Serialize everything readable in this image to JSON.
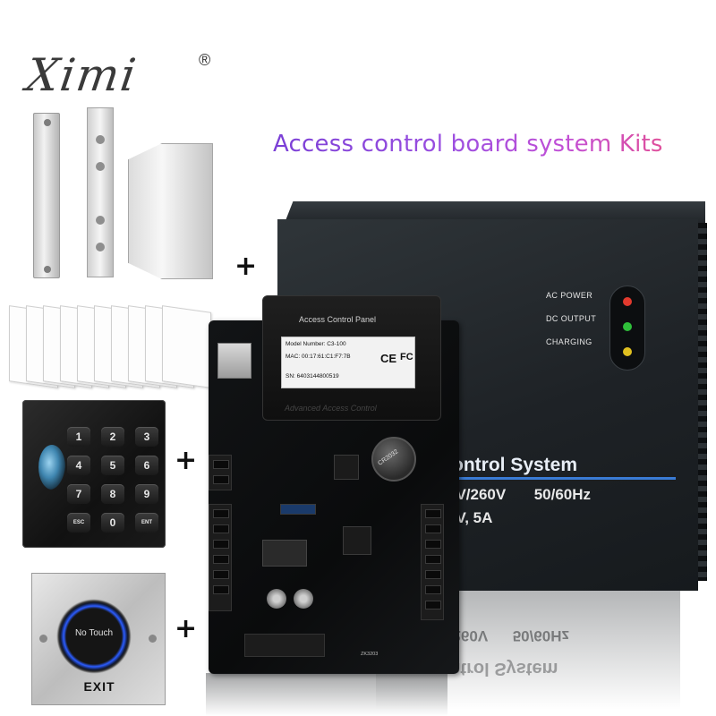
{
  "logo": {
    "text": "Ximi",
    "registered": "®"
  },
  "title": "Access control board system Kits",
  "plus_sign": "+",
  "keypad": {
    "keys": [
      "1",
      "2",
      "3",
      "4",
      "5",
      "6",
      "7",
      "8",
      "9",
      "ESC",
      "0",
      "ENT"
    ]
  },
  "exit_button": {
    "sensor_label": "No Touch",
    "plate_label": "EXIT"
  },
  "power_supply": {
    "indicators": [
      {
        "label": "AC POWER",
        "color": "#e23a2e"
      },
      {
        "label": "DC OUTPUT",
        "color": "#2fbf3a"
      },
      {
        "label": "CHARGING",
        "color": "#e0c020"
      }
    ],
    "heading": "ontrol System",
    "spec_voltage": "0V/260V",
    "spec_freq": "50/60Hz",
    "spec_output": "2V, 5A"
  },
  "controller": {
    "panel_title": "Access Control Panel",
    "sticker": {
      "model": "Model Number: C3-100",
      "mac": "MAC: 00:17:61:C1:F7:7B",
      "sn": "SN: 6403144800519",
      "ce": "CE",
      "fc": "FC"
    },
    "panel_footer": "Advanced Access Control",
    "battery_text": "CR2032",
    "bottom_text": "ZK3203"
  },
  "colors": {
    "title_gradient_start": "#7a3fd6",
    "title_gradient_end": "#e04f9a",
    "psu_body": "#1e2226",
    "board_body": "#0a0b0c",
    "psu_underline": "#3a7bd5"
  }
}
